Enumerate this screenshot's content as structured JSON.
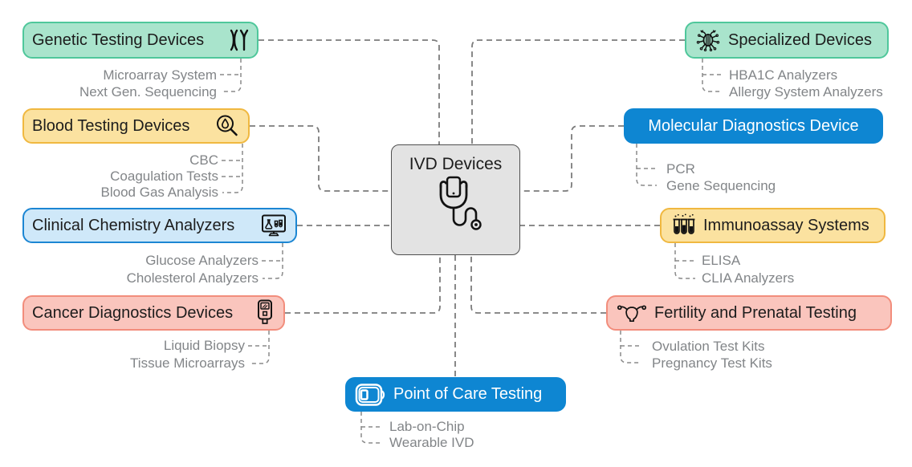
{
  "title": "IVD Devices",
  "colors": {
    "green_fill": "#a9e4cc",
    "green_border": "#4fc79b",
    "yellow_fill": "#fbe2a0",
    "yellow_border": "#f0b840",
    "lightblue_fill": "#cfe8f9",
    "lightblue_border": "#1c86d3",
    "pink_fill": "#fac5bd",
    "pink_border": "#f28d7c",
    "blue_fill": "#0e86d2",
    "gray_fill": "#e3e3e3",
    "gray_border": "#4f4f4f",
    "line": "#7b7b7b",
    "subtext": "#828588",
    "label": "#1c1c1c"
  },
  "center": {
    "label": "IVD Devices",
    "icon": "stethoscope-phone-icon"
  },
  "branches": {
    "genetic": {
      "label": "Genetic Testing Devices",
      "icon": "chromosome-icon",
      "items": [
        "Microarray System",
        "Next Gen. Sequencing"
      ]
    },
    "blood": {
      "label": "Blood Testing Devices",
      "icon": "blood-magnifier-icon",
      "items": [
        "CBC",
        "Coagulation Tests",
        "Blood Gas Analysis"
      ]
    },
    "clinical": {
      "label": "Clinical Chemistry Analyzers",
      "icon": "analyzer-monitor-icon",
      "items": [
        "Glucose Analyzers",
        "Cholesterol Analyzers"
      ]
    },
    "cancer": {
      "label": "Cancer Diagnostics Devices",
      "icon": "handheld-meter-icon",
      "items": [
        "Liquid Biopsy",
        "Tissue Microarrays"
      ]
    },
    "specialized": {
      "label": "Specialized Devices",
      "icon": "nanobot-icon",
      "items": [
        "HBA1C Analyzers",
        "Allergy System Analyzers"
      ]
    },
    "molecular": {
      "label": "Molecular Diagnostics Device",
      "items": [
        "PCR",
        "Gene Sequencing"
      ]
    },
    "immunoassay": {
      "label": "Immunoassay Systems",
      "icon": "test-tubes-icon",
      "items": [
        "ELISA",
        "CLIA Analyzers"
      ]
    },
    "fertility": {
      "label": "Fertility and Prenatal Testing",
      "icon": "uterus-icon",
      "items": [
        "Ovulation Test Kits",
        "Pregnancy Test Kits"
      ]
    },
    "poc": {
      "label": "Point of Care Testing",
      "icon": "poc-meter-icon",
      "items": [
        "Lab-on-Chip",
        "Wearable IVD"
      ]
    }
  }
}
